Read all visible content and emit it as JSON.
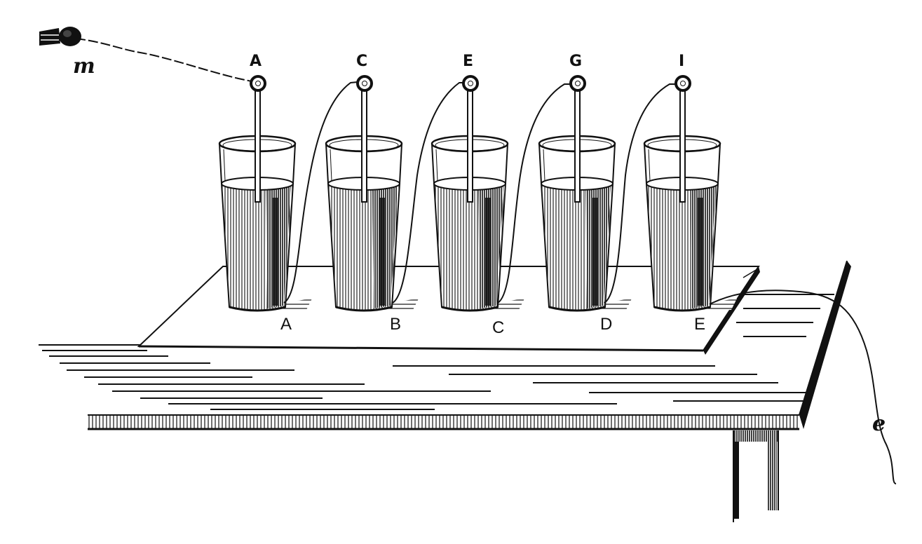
{
  "diagram": {
    "rod_labels": [
      "A",
      "C",
      "E",
      "G",
      "I"
    ],
    "cup_labels": [
      "A",
      "B",
      "C",
      "D",
      "E"
    ],
    "terminal_m_label": "m",
    "terminal_e_label": "e"
  },
  "colors": {
    "ink": "#111111",
    "paper": "#ffffff"
  }
}
